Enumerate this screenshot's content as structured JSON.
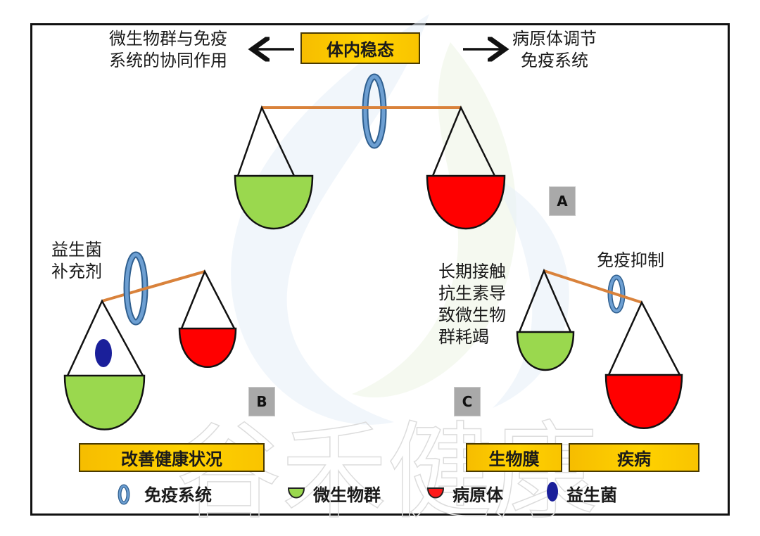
{
  "title": "体内稳态",
  "top_left_note": "微生物群与免疫\n系统的协同作用",
  "top_right_note": "病原体调节\n免疫系统",
  "panels": {
    "A": {
      "label": "A"
    },
    "B": {
      "label": "B",
      "note": "益生菌\n补充剂",
      "outcome": "改善健康状况"
    },
    "C": {
      "label": "C",
      "note_left": "长期接触\n抗生素导\n致微生物\n群耗竭",
      "note_right": "免疫抑制",
      "outcomes": [
        "生物膜",
        "疾病"
      ]
    }
  },
  "legend": [
    {
      "icon": "immune-ring-icon",
      "label": "免疫系统",
      "color": "#4a7fb5"
    },
    {
      "icon": "microbiota-bowl-icon",
      "label": "微生物群",
      "color": "#9ad84e"
    },
    {
      "icon": "pathogen-bowl-icon",
      "label": "病原体",
      "color": "#ff0000"
    },
    {
      "icon": "probiotic-dot-icon",
      "label": "益生菌",
      "color": "#1a1f9a"
    }
  ],
  "colors": {
    "title_box": "#ffd200",
    "beam": "#d9823b",
    "ring": "#5b8fc7",
    "microbiota": "#9ad84e",
    "pathogen": "#ff0000",
    "probiotic": "#1a1f9a",
    "label_box": "#a9a9a9"
  },
  "watermark": "谷禾健康"
}
